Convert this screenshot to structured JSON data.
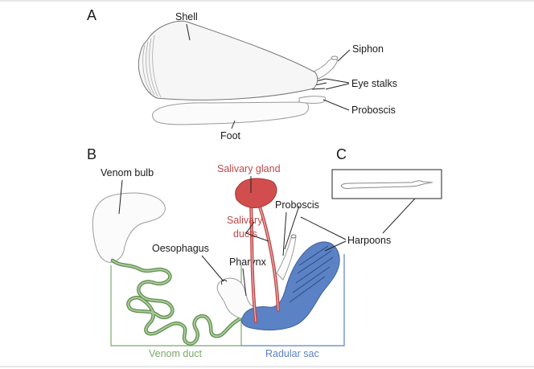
{
  "panels": {
    "a": "A",
    "b": "B",
    "c": "C"
  },
  "labels": {
    "shell": "Shell",
    "siphon": "Siphon",
    "eye_stalks": "Eye stalks",
    "proboscis_a": "Proboscis",
    "foot": "Foot",
    "venom_bulb": "Venom bulb",
    "salivary_gland": "Salivary gland",
    "salivary": "Salivary",
    "ducts": "ducts",
    "proboscis_b": "Proboscis",
    "harpoons": "Harpoons",
    "oesophagus": "Oesophagus",
    "pharynx": "Pharynx",
    "venom_duct": "Venom duct",
    "radular_sac": "Radular sac"
  },
  "colors": {
    "salivary": "#c0484a",
    "venom_duct": "#7ba86a",
    "radular_sac": "#5b82c5",
    "outline": "#9a9a9a",
    "text": "#1a1a1a"
  }
}
